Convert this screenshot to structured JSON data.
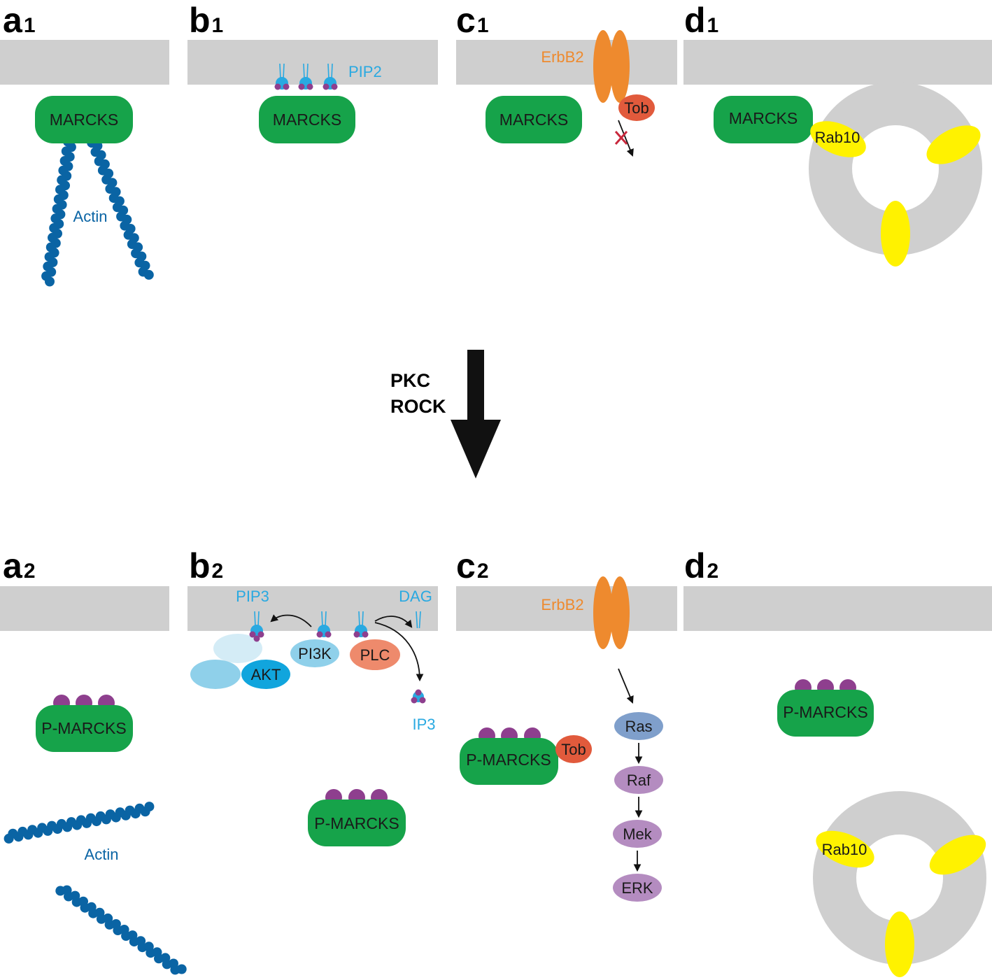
{
  "panels": {
    "a1": {
      "letter": "a",
      "sub": "1"
    },
    "b1": {
      "letter": "b",
      "sub": "1"
    },
    "c1": {
      "letter": "c",
      "sub": "1"
    },
    "d1": {
      "letter": "d",
      "sub": "1"
    },
    "a2": {
      "letter": "a",
      "sub": "2"
    },
    "b2": {
      "letter": "b",
      "sub": "2"
    },
    "c2": {
      "letter": "c",
      "sub": "2"
    },
    "d2": {
      "letter": "d",
      "sub": "2"
    }
  },
  "labels": {
    "marcks": "MARCKS",
    "p_marcks": "P-MARCKS",
    "actin": "Actin",
    "pip2": "PIP2",
    "pip3": "PIP3",
    "dag": "DAG",
    "ip3": "IP3",
    "pi3k": "PI3K",
    "akt": "AKT",
    "plc": "PLC",
    "erbb2": "ErbB2",
    "tob": "Tob",
    "rab10": "Rab10",
    "ras": "Ras",
    "raf": "Raf",
    "mek": "Mek",
    "erk": "ERK"
  },
  "transition": {
    "kinase_1": "PKC",
    "kinase_2": "ROCK"
  },
  "colors": {
    "membrane": "#cfcfcf",
    "marcks": "#16a34a",
    "actin": "#0a64a4",
    "phosphate": "#8e3f8e",
    "lipid_head": "#29a9e1",
    "erbb2": "#ee8a2e",
    "tob": "#e15a3c",
    "rab10": "#fff200",
    "vesicle": "#cfcfcf",
    "ras": "#7f9fcb",
    "raf_mek_erk": "#b48cc0",
    "pi3k": "#8fd0ea",
    "akt": "#11a5dd",
    "plc": "#ee8a6c",
    "inhibit_mark": "#c8283c"
  }
}
